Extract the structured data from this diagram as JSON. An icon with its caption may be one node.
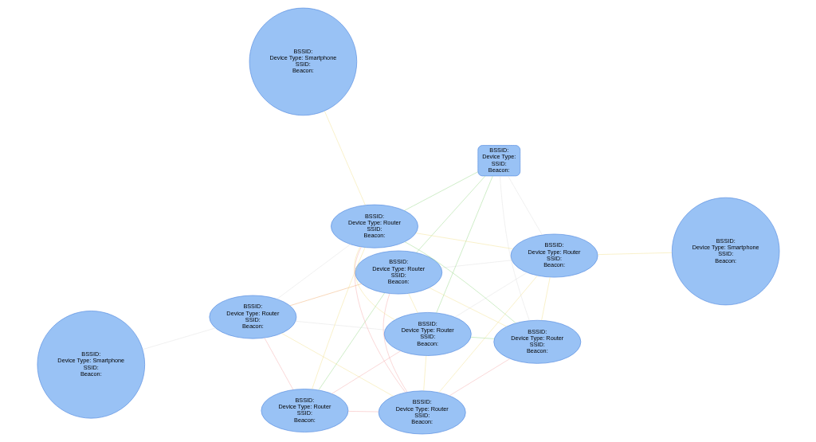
{
  "diagram": {
    "nodes": [
      {
        "text": [
          "BSSID:",
          "Device Type: Router",
          "SSID:",
          "Beacon:"
        ]
      },
      {
        "text": [
          "BSSID:",
          "Device Type: Router",
          "SSID:",
          "Beacon:"
        ]
      },
      {
        "text": [
          "BSSID:",
          "Device Type: Router",
          "SSID:",
          "Beacon:"
        ]
      },
      {
        "text": [
          "BSSID:",
          "Device Type: Router",
          "SSID:",
          "Beacon:"
        ]
      },
      {
        "text": [
          "BSSID:",
          "Device Type: Router",
          "SSID:",
          "Beacon:"
        ]
      },
      {
        "text": [
          "BSSID:",
          "Device Type:",
          "SSID:",
          "Beacon:"
        ]
      },
      {
        "text": [
          "BSSID:",
          "Device Type: Smartphone",
          "SSID:",
          "Beacon:"
        ]
      },
      {
        "text": [
          "BSSID:",
          "Device Type: Smartphone",
          "SSID:",
          "Beacon:"
        ]
      },
      {
        "text": [
          "BSSID:",
          "Device Type: Router",
          "SSID:",
          "Beacon:"
        ]
      },
      {
        "text": [
          "BSSID:",
          "Device Type: Router",
          "SSID:",
          "Beacon:"
        ]
      },
      {
        "text": [
          "BSSID:",
          "Device Type: Router",
          "SSID:",
          "Beacon:"
        ]
      },
      {
        "text": [
          "BSSID:",
          "Device Type: Smartphone",
          "SSID:",
          "Beacon:"
        ]
      }
    ],
    "edges": [
      {
        "from": 0,
        "to": 2,
        "arrow": "none",
        "color": "#f2df8c"
      },
      {
        "from": 0,
        "to": 1,
        "arrow": "none",
        "color": "#f2df8c"
      },
      {
        "from": 0,
        "to": 3,
        "arrow": "none",
        "color": "#f0a868"
      },
      {
        "from": 0,
        "to": 5,
        "arrow": "none",
        "color": "#94d884"
      },
      {
        "from": 0,
        "to": 8,
        "arrow": "none",
        "color": "#94d884"
      },
      {
        "from": 0,
        "to": 10,
        "arrow": "none",
        "color": "#f5a8a8"
      },
      {
        "from": 0,
        "to": 4,
        "arrow": "none",
        "color": "#dddddd"
      },
      {
        "from": 1,
        "to": 2,
        "arrow": "none",
        "color": "#94d884"
      },
      {
        "from": 1,
        "to": 3,
        "arrow": "none",
        "color": "#dddddd"
      },
      {
        "from": 1,
        "to": 4,
        "arrow": "none",
        "color": "#dddddd"
      },
      {
        "from": 1,
        "to": 5,
        "arrow": "none",
        "color": "#94d884"
      },
      {
        "from": 1,
        "to": 8,
        "arrow": "none",
        "color": "#f5a8a8"
      },
      {
        "from": 1,
        "to": 9,
        "arrow": "none",
        "color": "#f2df8c"
      },
      {
        "from": 1,
        "to": 10,
        "arrow": "none",
        "color": "#f2df8c"
      },
      {
        "from": 2,
        "to": 10,
        "arrow": "none",
        "color": "#f5a8a8"
      },
      {
        "from": 2,
        "to": 4,
        "arrow": "none",
        "color": "#f2df8c"
      },
      {
        "from": 2,
        "to": 5,
        "arrow": "none",
        "color": "#dddddd"
      },
      {
        "from": 2,
        "to": 9,
        "arrow": "none",
        "color": "#94d884"
      },
      {
        "from": 3,
        "to": 8,
        "arrow": "none",
        "color": "#f5a8a8"
      },
      {
        "from": 3,
        "to": 9,
        "arrow": "none",
        "color": "#dddddd"
      },
      {
        "from": 3,
        "to": 6,
        "arrow": "none",
        "color": "#dddddd"
      },
      {
        "from": 3,
        "to": 10,
        "arrow": "none",
        "color": "#f2df8c"
      },
      {
        "from": 4,
        "to": 7,
        "arrow": "none",
        "color": "#f2df8c"
      },
      {
        "from": 4,
        "to": 10,
        "arrow": "none",
        "color": "#f2df8c"
      },
      {
        "from": 4,
        "to": 9,
        "arrow": "none",
        "color": "#f2df8c"
      },
      {
        "from": 4,
        "to": 5,
        "arrow": "none",
        "color": "#dddddd"
      },
      {
        "from": 5,
        "to": 9,
        "arrow": "none",
        "color": "#94d884"
      },
      {
        "from": 8,
        "to": 9,
        "arrow": "none",
        "color": "#f2df8c"
      },
      {
        "from": 8,
        "to": 10,
        "arrow": "none",
        "color": "#f5a8a8"
      },
      {
        "from": 9,
        "to": 10,
        "arrow": "none",
        "color": "#f5a8a8"
      },
      {
        "from": 9,
        "to": 11,
        "arrow": "none",
        "color": "#f2df8c"
      }
    ]
  }
}
